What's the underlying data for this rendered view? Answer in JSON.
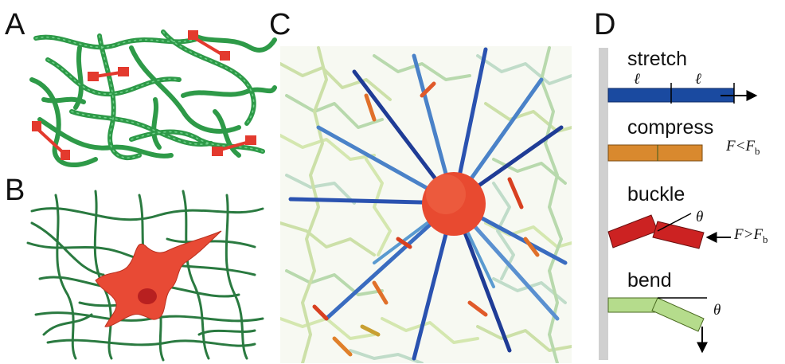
{
  "panels": {
    "a": {
      "letter": "A"
    },
    "b": {
      "letter": "B"
    },
    "c": {
      "letter": "C"
    },
    "d": {
      "letter": "D",
      "stretch_label": "stretch",
      "segment_symbol": "ℓ",
      "compress_label": "compress",
      "compress_condition": {
        "F": "F",
        "rel": "<",
        "Fb": "F",
        "sub": "b"
      },
      "buckle_label": "buckle",
      "buckle_angle": "θ",
      "buckle_condition": {
        "F": "F",
        "rel": ">",
        "Fb": "F",
        "sub": "b"
      },
      "bend_label": "bend",
      "bend_angle": "θ"
    }
  },
  "colors": {
    "fiber_green": "#2e9a48",
    "crosslink_red": "#e33a2e",
    "cell_red": "#e84a35",
    "network_dark_green": "#2a7a40",
    "stretch_blue": "#1a4aa0",
    "compress_orange": "#d9892e",
    "buckle_red": "#cc2222",
    "bend_light_green": "#b5dc8c",
    "wall_gray": "#d0d0d0"
  }
}
